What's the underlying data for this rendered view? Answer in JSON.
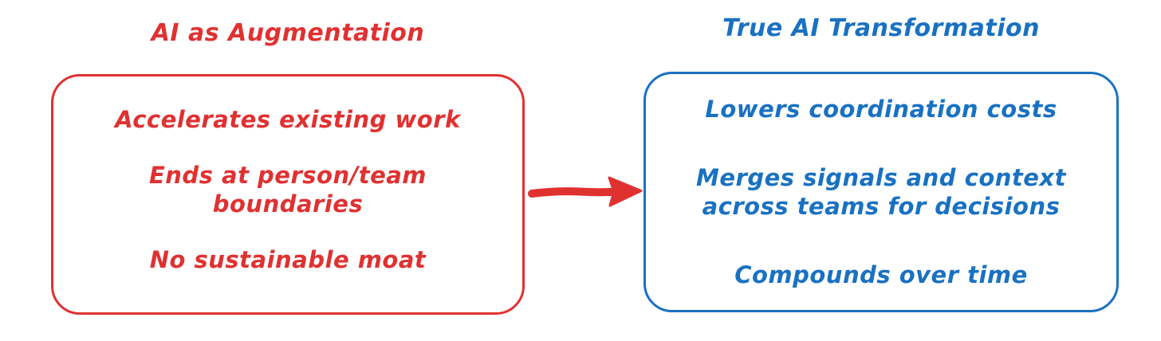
{
  "colors": {
    "background": "#ffffff",
    "red": "#e03131",
    "blue": "#1971c2"
  },
  "left_panel": {
    "title": "AI as Augmentation",
    "items": [
      "Accelerates existing work",
      "Ends at person/team boundaries",
      "No sustainable moat"
    ]
  },
  "right_panel": {
    "title": "True AI Transformation",
    "items": [
      "Lowers coordination costs",
      "Merges signals and context\nacross teams for decisions",
      "Compounds over time"
    ]
  },
  "arrow": {
    "icon": "right-arrow-icon",
    "color": "#e03131"
  }
}
